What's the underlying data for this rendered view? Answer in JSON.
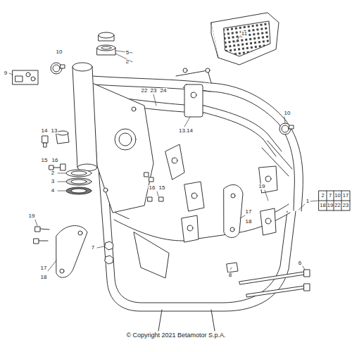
{
  "diagram": {
    "caption": "© Copyright 2021 Betamotor S.p.A.",
    "labels": [
      "11",
      "10",
      "5",
      "2",
      "9",
      "22",
      "23",
      "24",
      "13.14",
      "10",
      "14",
      "13",
      "15",
      "16",
      "2",
      "3",
      "4",
      "16",
      "15",
      "19",
      "17",
      "18",
      "2",
      "7",
      "10",
      "17",
      "18",
      "19",
      "22",
      "23",
      "1",
      "19",
      "7",
      "17",
      "18",
      "8",
      "6"
    ]
  }
}
